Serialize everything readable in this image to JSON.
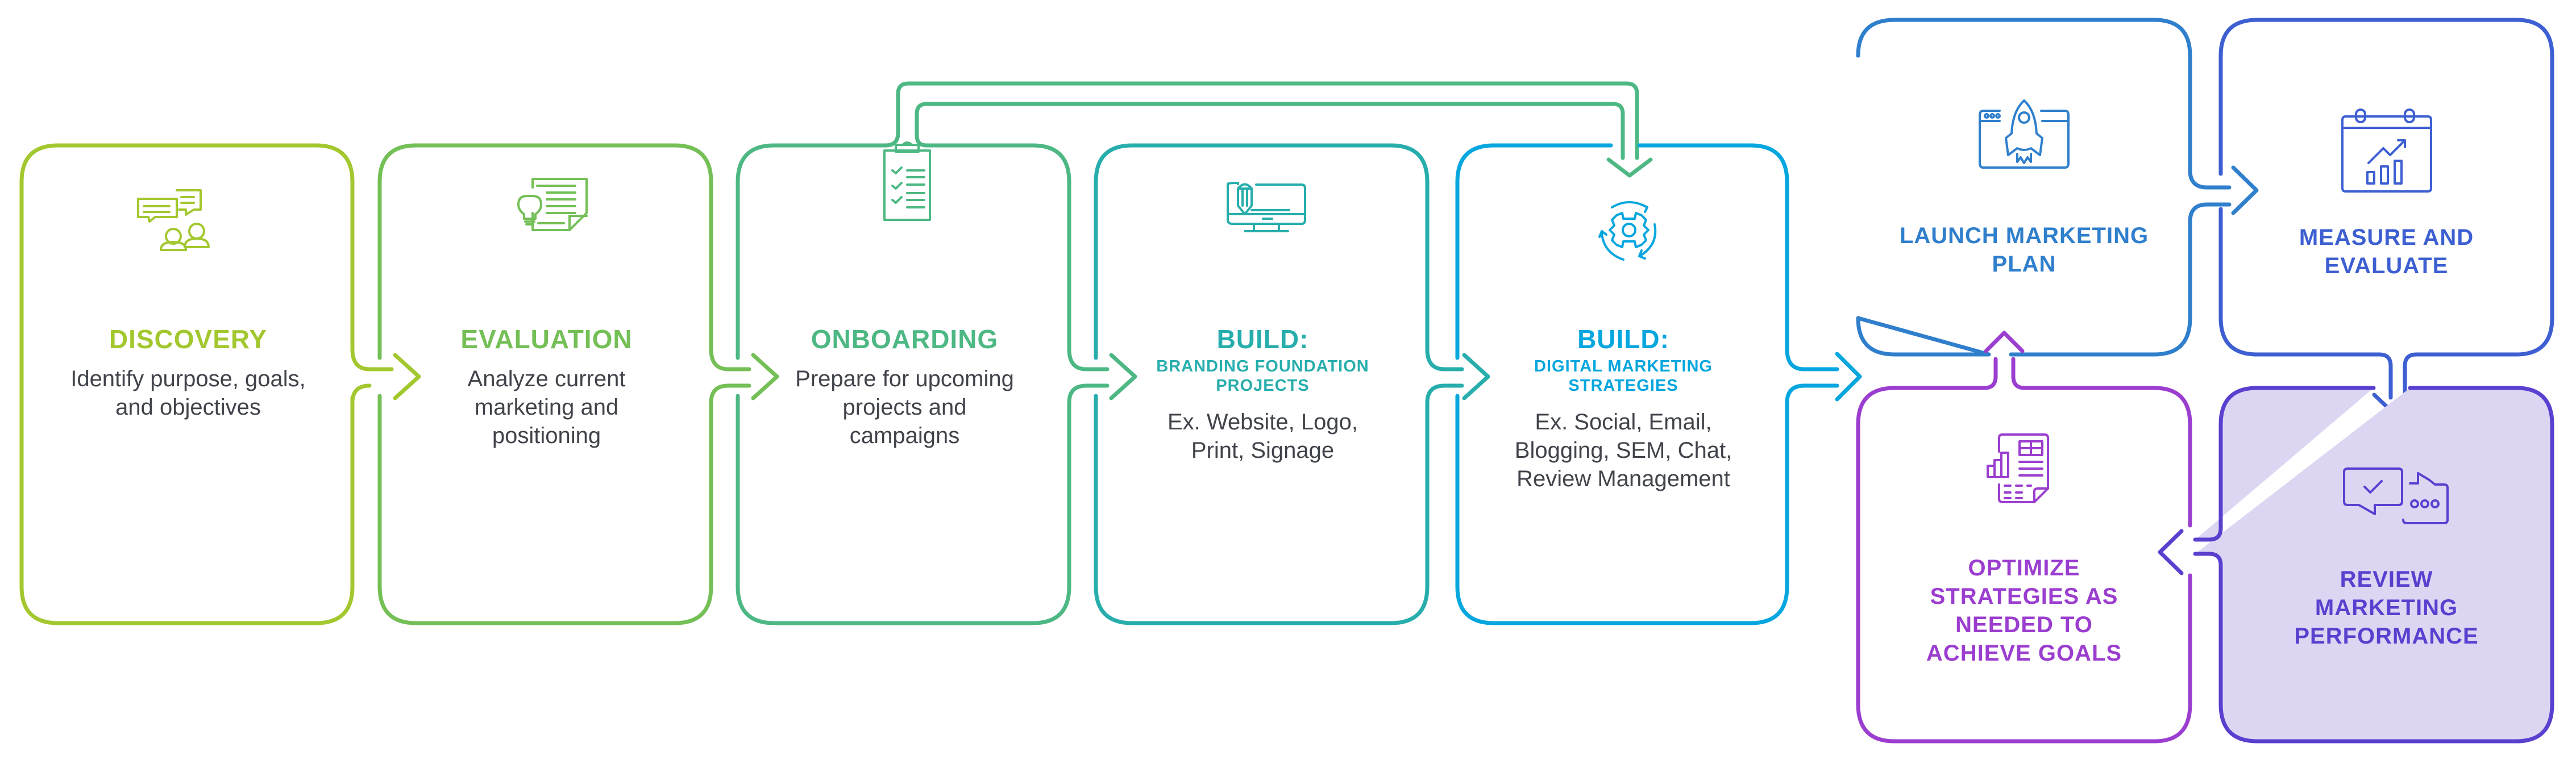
{
  "diagram": {
    "title": "Marketing process flow",
    "stages": [
      {
        "id": "discovery",
        "title": "DISCOVERY",
        "subtitle": "",
        "description": "Identify purpose, goals, and objectives",
        "icon": "conversation-people-icon",
        "color": "#a3c82f"
      },
      {
        "id": "evaluation",
        "title": "EVALUATION",
        "subtitle": "",
        "description": "Analyze current marketing and positioning",
        "icon": "document-lightbulb-icon",
        "color": "#74bf56"
      },
      {
        "id": "onboarding",
        "title": "ONBOARDING",
        "subtitle": "",
        "description": "Prepare for upcoming projects and campaigns",
        "icon": "clipboard-checklist-icon",
        "color": "#4db883"
      },
      {
        "id": "build-branding",
        "title": "BUILD:",
        "subtitle": "BRANDING FOUNDATION PROJECTS",
        "description": "Ex. Website, Logo, Print, Signage",
        "icon": "monitor-pencil-icon",
        "color": "#27aeac"
      },
      {
        "id": "build-digital",
        "title": "BUILD:",
        "subtitle": "DIGITAL MARKETING STRATEGIES",
        "description": "Ex. Social, Email, Blogging, SEM, Chat, Review Management",
        "icon": "gear-cycle-icon",
        "color": "#06a6de"
      },
      {
        "id": "launch",
        "title": "LAUNCH MARKETING PLAN",
        "subtitle": "",
        "description": "",
        "icon": "rocket-browser-icon",
        "color": "#2f7fcc"
      },
      {
        "id": "measure",
        "title": "MEASURE AND EVALUATE",
        "subtitle": "",
        "description": "",
        "icon": "calendar-chart-icon",
        "color": "#3d5fd1"
      },
      {
        "id": "review",
        "title": "REVIEW MARKETING PERFORMANCE",
        "subtitle": "",
        "description": "",
        "icon": "chat-review-icon",
        "color": "#5b3fcf",
        "fill": "#ddd6f3"
      },
      {
        "id": "optimize",
        "title": "OPTIMIZE STRATEGIES AS NEEDED TO ACHIEVE GOALS",
        "subtitle": "",
        "description": "",
        "icon": "report-chart-icon",
        "color": "#9b3ecf"
      }
    ],
    "edges": [
      {
        "from": "discovery",
        "to": "evaluation"
      },
      {
        "from": "evaluation",
        "to": "onboarding"
      },
      {
        "from": "onboarding",
        "to": "build-branding"
      },
      {
        "from": "onboarding",
        "to": "build-digital"
      },
      {
        "from": "build-branding",
        "to": "build-digital"
      },
      {
        "from": "build-digital",
        "to": "launch"
      },
      {
        "from": "launch",
        "to": "measure"
      },
      {
        "from": "measure",
        "to": "review"
      },
      {
        "from": "review",
        "to": "optimize"
      },
      {
        "from": "optimize",
        "to": "launch"
      }
    ]
  }
}
